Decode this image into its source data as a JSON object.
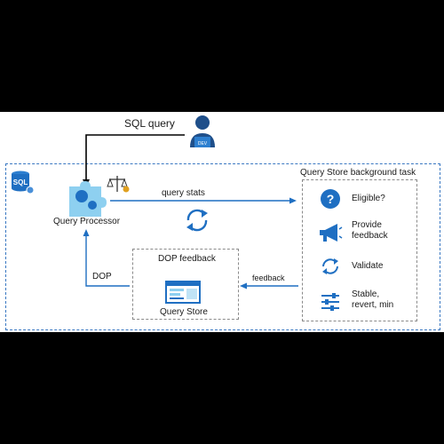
{
  "diagram": {
    "sql_query_label": "SQL query",
    "query_stats_label": "query stats",
    "query_processor_label": "Query Processor",
    "dop_label": "DOP",
    "dop_feedback_title": "DOP feedback",
    "query_store_label": "Query Store",
    "feedback_label": "feedback",
    "background_task_title": "Query Store background task",
    "sql_badge": "SQL",
    "user_badge": "DEV",
    "tasks": [
      {
        "label": "Eligible?",
        "icon": "question-icon"
      },
      {
        "label": "Provide\nfeedback",
        "icon": "megaphone-icon"
      },
      {
        "label": "Validate",
        "icon": "refresh-icon"
      },
      {
        "label": "Stable,\nrevert, min",
        "icon": "sliders-icon"
      }
    ],
    "colors": {
      "blue": "#1f6fc2",
      "dash_outer": "#3a78c2",
      "dash_inner": "#8a8a8a",
      "black": "#000000"
    }
  }
}
